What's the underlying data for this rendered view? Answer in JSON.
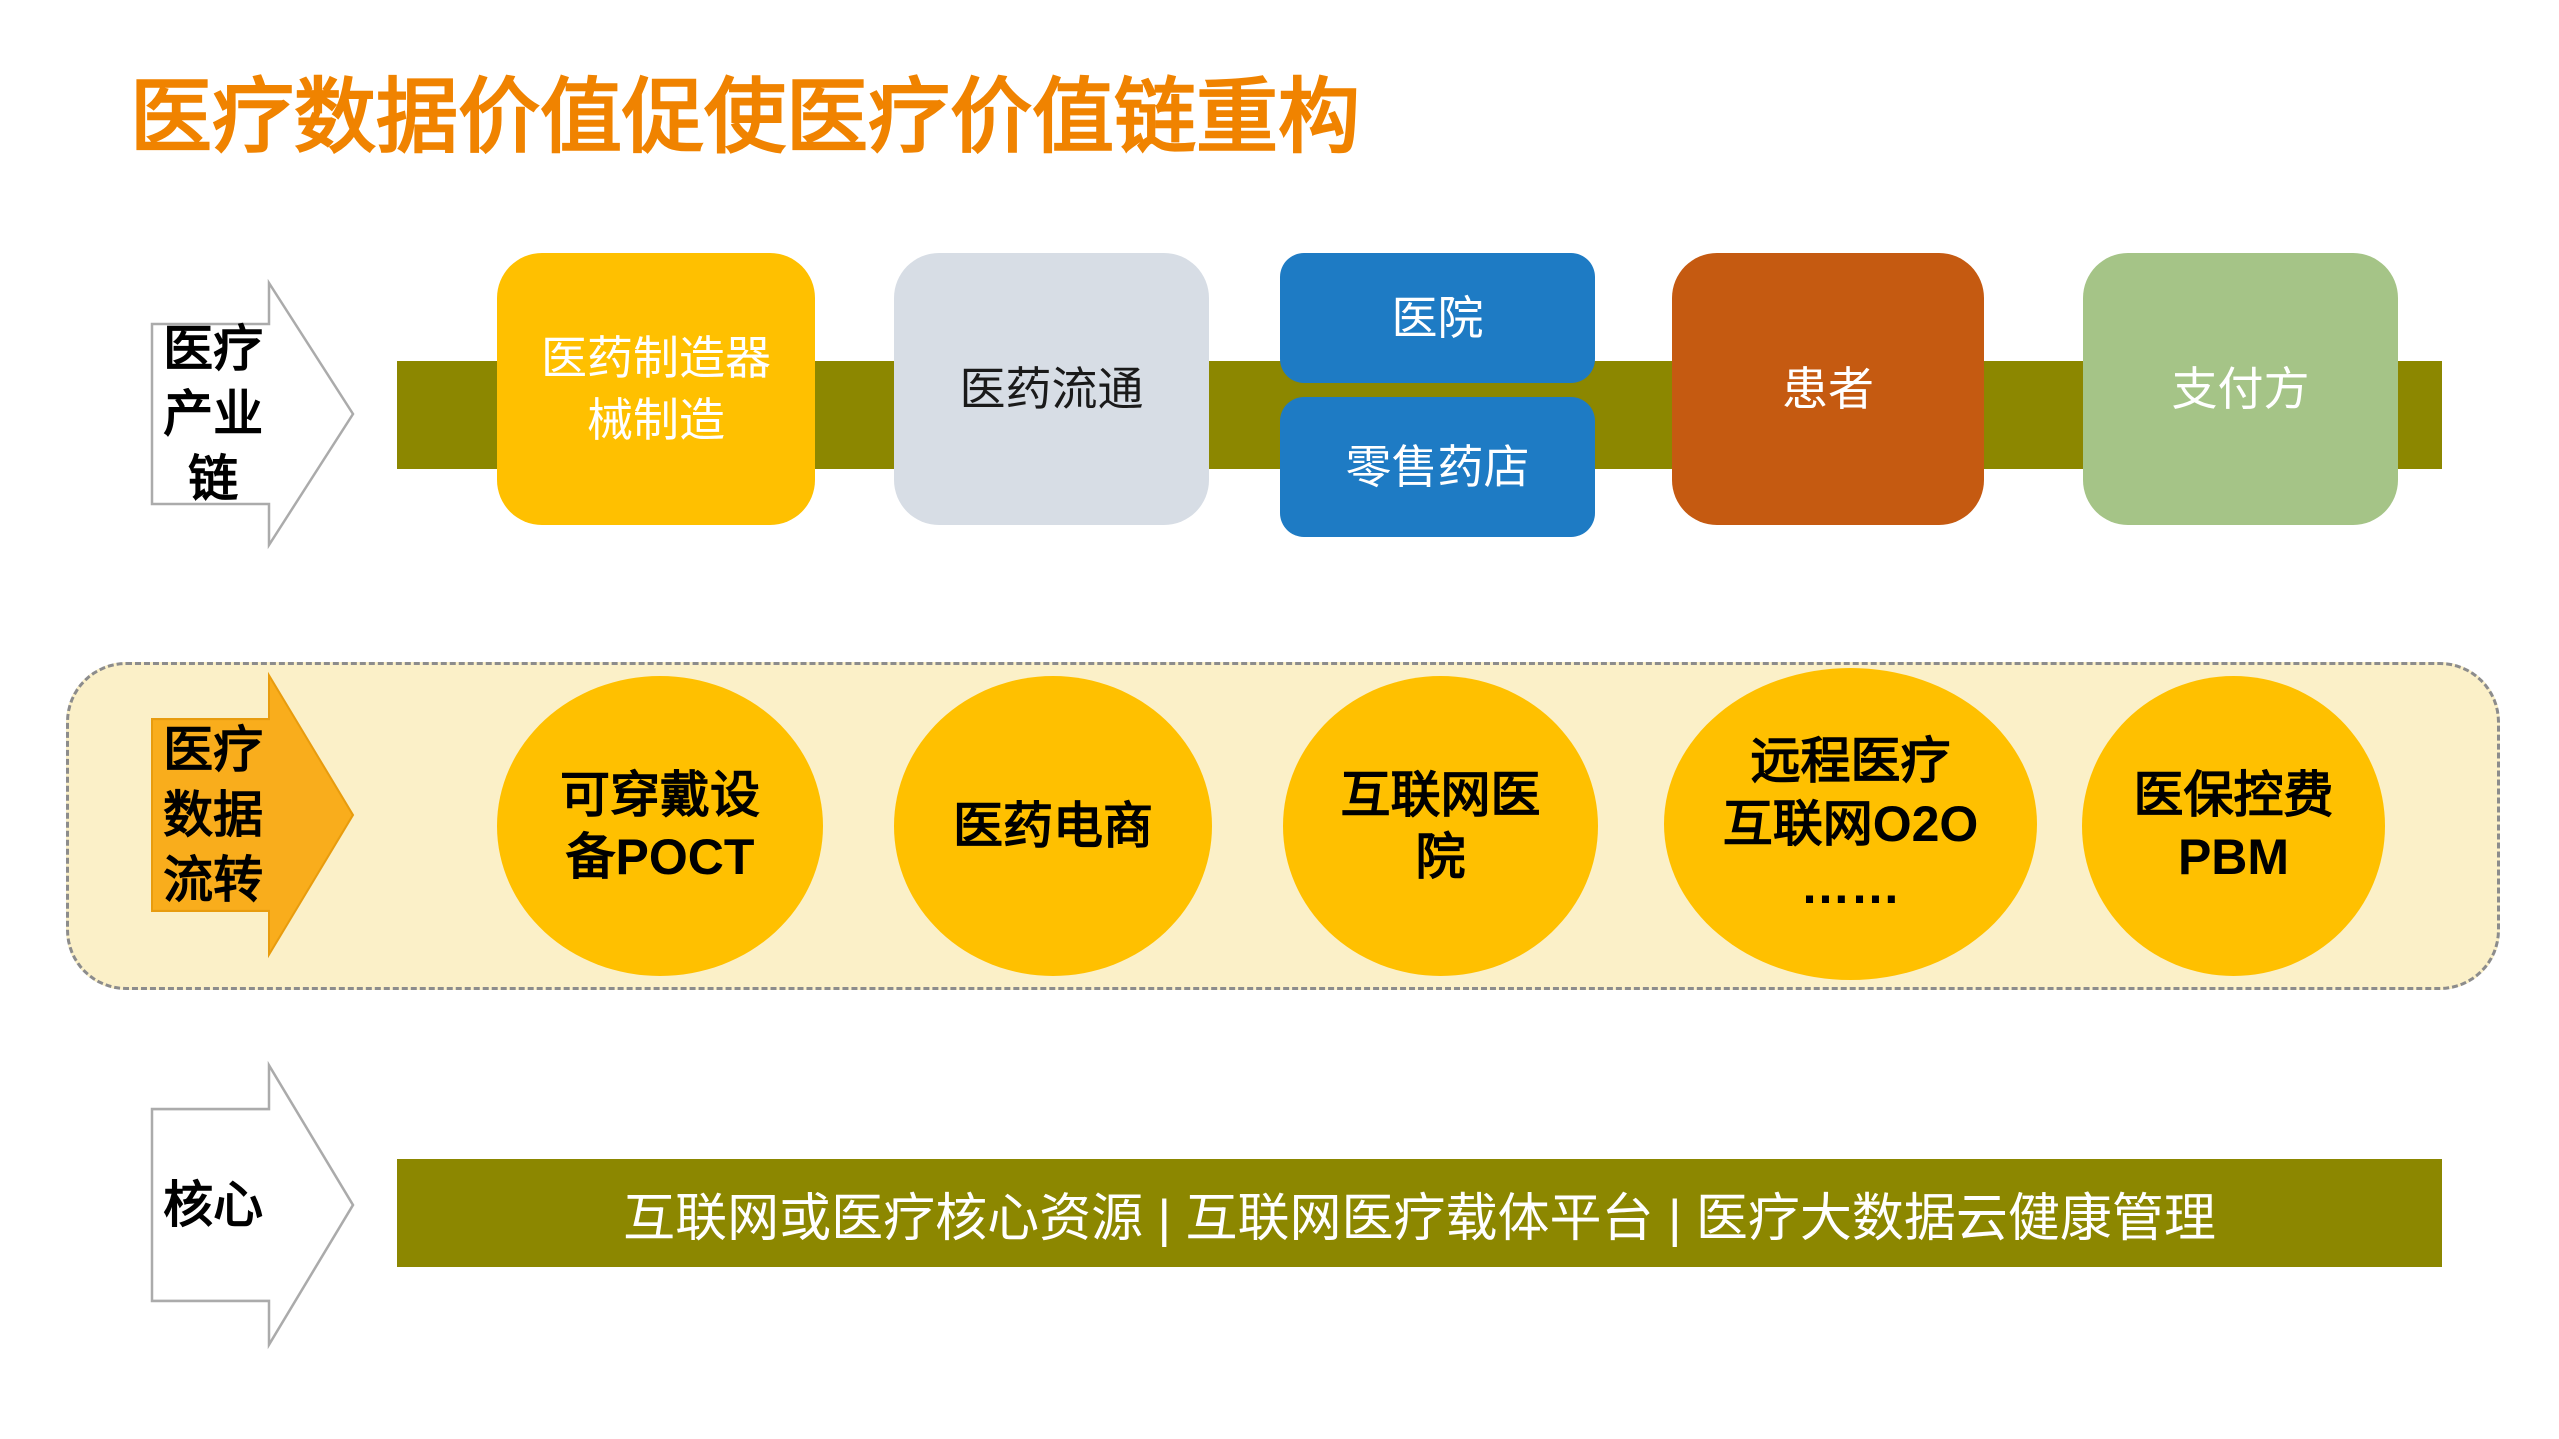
{
  "title": "医疗数据价值促使医疗价值链重构",
  "colors": {
    "title": "#F08300",
    "chain_bar": "#8C8700",
    "core_bar": "#8C8700",
    "manufacture_node": "#FFC000",
    "distribution_node": "#D7DDE5",
    "hospital_node": "#1E7BC4",
    "pharmacy_node": "#1E7BC4",
    "patient_node": "#C55A11",
    "payer_node": "#A5C487",
    "flow_panel_bg": "#FBF0C8",
    "flow_circle": "#FFC000",
    "flow_arrow": "#F9AD1C"
  },
  "industry_chain": {
    "arrow_label": "医疗\n产业\n链",
    "nodes": [
      {
        "label": "医药制造器\n械制造"
      },
      {
        "label": "医药流通"
      },
      {
        "label": "医院"
      },
      {
        "label": "零售药店"
      },
      {
        "label": "患者"
      },
      {
        "label": "支付方"
      }
    ]
  },
  "data_flow": {
    "arrow_label": "医疗\n数据\n流转",
    "circles": [
      {
        "label": "可穿戴设\n备POCT"
      },
      {
        "label": "医药电商"
      },
      {
        "label": "互联网医\n院"
      },
      {
        "label": "远程医疗\n互联网O2O\n……"
      },
      {
        "label": "医保控费\nPBM"
      }
    ]
  },
  "core": {
    "arrow_label": "核心",
    "bar_text": "互联网或医疗核心资源 | 互联网医疗载体平台 | 医疗大数据云健康管理"
  }
}
